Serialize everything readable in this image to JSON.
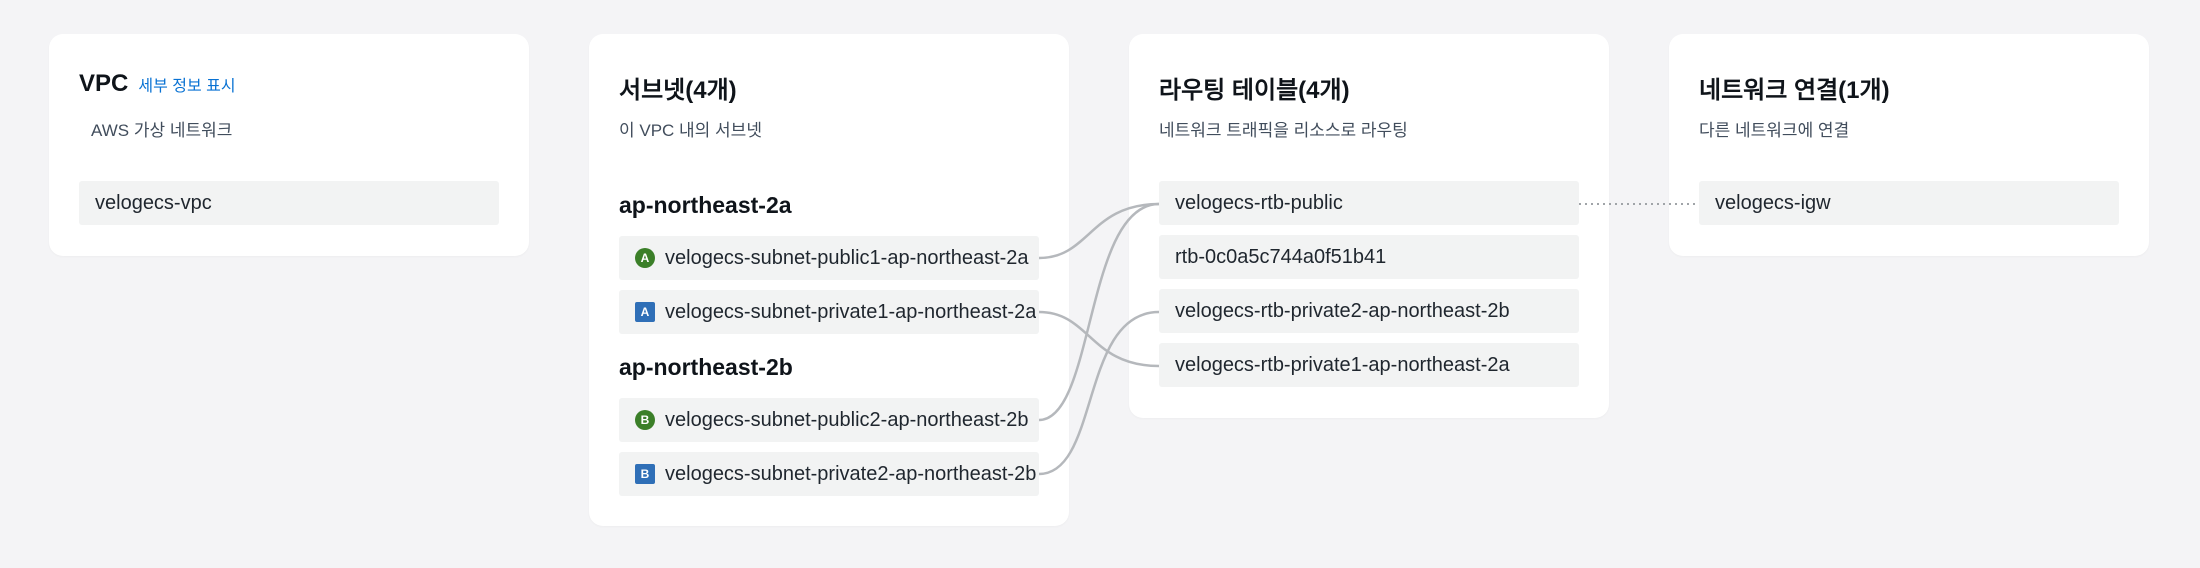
{
  "vpc": {
    "title": "VPC",
    "details_link": "세부 정보 표시",
    "subtitle": "AWS 가상 네트워크",
    "items": [
      "velogecs-vpc"
    ]
  },
  "subnets": {
    "title": "서브넷(4개)",
    "subtitle": "이 VPC 내의 서브넷",
    "zones": [
      {
        "name": "ap-northeast-2a",
        "items": [
          {
            "label": "velogecs-subnet-public1-ap-northeast-2a",
            "badge": "A",
            "kind": "public"
          },
          {
            "label": "velogecs-subnet-private1-ap-northeast-2a",
            "badge": "A",
            "kind": "private"
          }
        ]
      },
      {
        "name": "ap-northeast-2b",
        "items": [
          {
            "label": "velogecs-subnet-public2-ap-northeast-2b",
            "badge": "B",
            "kind": "public"
          },
          {
            "label": "velogecs-subnet-private2-ap-northeast-2b",
            "badge": "B",
            "kind": "private"
          }
        ]
      }
    ]
  },
  "route_tables": {
    "title": "라우팅 테이블(4개)",
    "subtitle": "네트워크 트래픽을 리소스로 라우팅",
    "items": [
      "velogecs-rtb-public",
      "rtb-0c0a5c744a0f51b41",
      "velogecs-rtb-private2-ap-northeast-2b",
      "velogecs-rtb-private1-ap-northeast-2a"
    ]
  },
  "network_connections": {
    "title": "네트워크 연결(1개)",
    "subtitle": "다른 네트워크에 연결",
    "items": [
      "velogecs-igw"
    ]
  },
  "colors": {
    "public_badge": "#3b7f28",
    "private_badge": "#2f6fb7",
    "link": "#0972d3",
    "connector": "#b5b8bc"
  }
}
